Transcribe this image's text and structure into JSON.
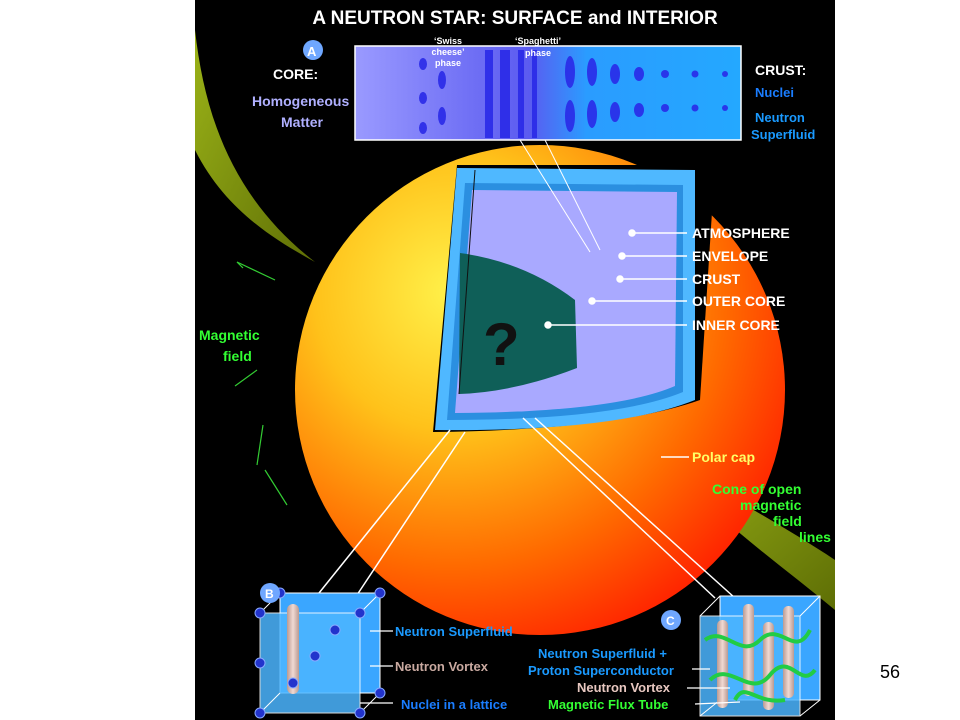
{
  "title": "A NEUTRON STAR:  SURFACE and INTERIOR",
  "page_number": "56",
  "panel_a": {
    "badge": "A",
    "core_heading": "CORE:",
    "core_line1": "Homogeneous",
    "core_line2": "Matter",
    "swiss_line1": "‘Swiss",
    "swiss_line2": "cheese’",
    "swiss_line3": "phase",
    "spaghetti_line1": "‘Spaghetti’",
    "spaghetti_line2": "phase",
    "crust_heading": "CRUST:",
    "nuclei": "Nuclei",
    "neutron_superfluid_line1": "Neutron",
    "neutron_superfluid_line2": "Superfluid"
  },
  "layers": {
    "atmosphere": "ATMOSPHERE",
    "envelope": "ENVELOPE",
    "crust": "CRUST",
    "outer_core": "OUTER CORE",
    "inner_core": "INNER CORE",
    "question_mark": "?"
  },
  "magnetic_field": {
    "line1": "Magnetic",
    "line2": "field"
  },
  "polar_cap": "Polar cap",
  "cone": {
    "line1": "Cone of open",
    "line2": "magnetic",
    "line3": "field",
    "line4": "lines"
  },
  "panel_b": {
    "badge": "B",
    "neutron_superfluid": "Neutron Superfluid",
    "neutron_vortex": "Neutron Vortex",
    "nuclei_lattice": "Nuclei in a lattice"
  },
  "panel_c": {
    "badge": "C",
    "line1": "Neutron Superfluid  +",
    "line2": "Proton Superconductor",
    "neutron_vortex": "Neutron Vortex",
    "flux_tube": "Magnetic Flux Tube"
  },
  "colors": {
    "title": "#ffffff",
    "panel_bg": "#000000",
    "label_white": "#ffffff",
    "label_blue": "#1a7dff",
    "label_green": "#33ff33",
    "label_yellow": "#ffff66",
    "inner_core": "#0f5f58",
    "outer_core": "#a9a9ff",
    "crust_layer": "#3fb0ff",
    "vortex": "#e7c7c0",
    "flux_tube": "#22cc44"
  }
}
